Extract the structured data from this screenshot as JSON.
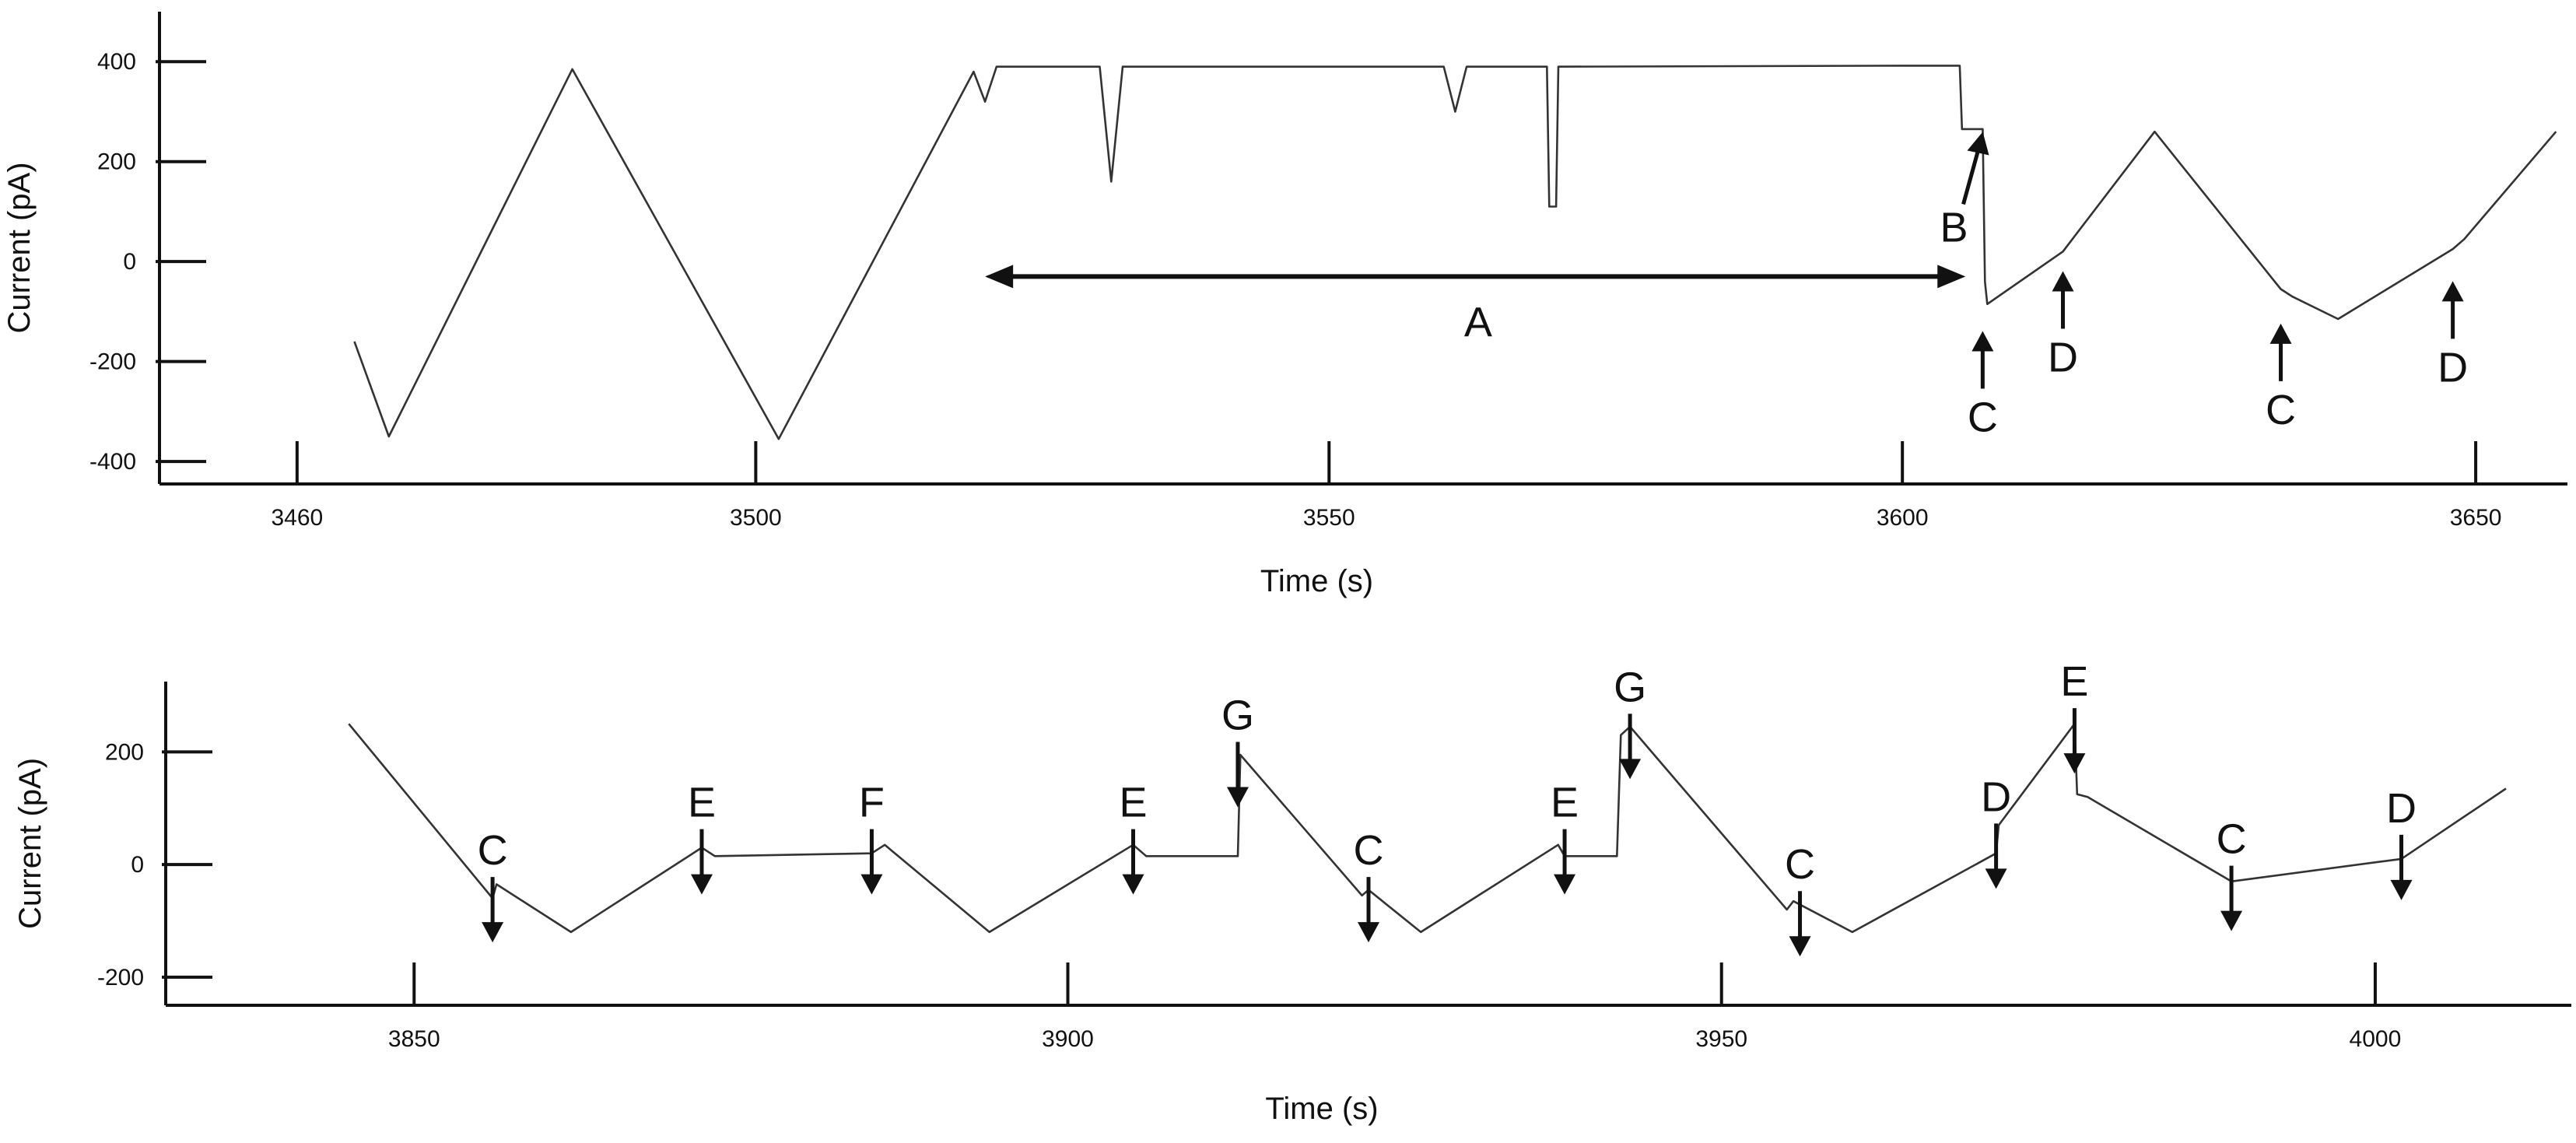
{
  "chart_data": [
    {
      "type": "line",
      "xlabel": "Time (s)",
      "ylabel": "Current (pA)",
      "xlim": [
        3448,
        3658
      ],
      "ylim": [
        -445,
        500
      ],
      "xticks": [
        3460,
        3500,
        3550,
        3600,
        3650
      ],
      "yticks": [
        -400,
        -200,
        0,
        200,
        400
      ],
      "series": [
        {
          "x": [
            3465,
            3468,
            3484,
            3502,
            3519,
            3520,
            3521,
            3530,
            3531,
            3532,
            3560,
            3561,
            3562,
            3569.0,
            3569.2,
            3569.8,
            3570.0,
            3600,
            3605,
            3605.2,
            3607,
            3607.2,
            3607.4,
            3614,
            3622,
            3633,
            3634,
            3638,
            3648,
            3649,
            3657
          ],
          "y": [
            -160,
            -350,
            385,
            -355,
            380,
            320,
            390,
            390,
            160,
            390,
            390,
            300,
            390,
            390,
            110,
            110,
            390,
            392,
            392,
            265,
            265,
            -40,
            -85,
            20,
            260,
            -55,
            -70,
            -115,
            25,
            45,
            260
          ]
        }
      ],
      "annotations": [
        {
          "label": "A",
          "x": 3563,
          "y": -150
        },
        {
          "label": "B",
          "x": 3604.5,
          "y": 40
        },
        {
          "label": "C",
          "x": 3607,
          "y": -340
        },
        {
          "label": "D",
          "x": 3614,
          "y": -220
        },
        {
          "label": "C",
          "x": 3633,
          "y": -325
        },
        {
          "label": "D",
          "x": 3648,
          "y": -240
        }
      ]
    },
    {
      "type": "line",
      "xlabel": "Time (s)",
      "ylabel": "Current (pA)",
      "xlim": [
        3831,
        4015
      ],
      "ylim": [
        -250,
        325
      ],
      "xticks": [
        3850,
        3900,
        3950,
        4000
      ],
      "yticks": [
        -200,
        0,
        200
      ],
      "series": [
        {
          "x": [
            3845,
            3856,
            3856.3,
            3862,
            3872,
            3873,
            3885,
            3886,
            3894,
            3905,
            3906,
            3913,
            3913.2,
            3922.5,
            3923,
            3927,
            3937.5,
            3938,
            3942,
            3942.3,
            3943,
            3955,
            3955.5,
            3960,
            3971,
            3971.2,
            3977,
            3977.2,
            3978,
            3989,
            4002,
            4010
          ],
          "y": [
            250,
            -60,
            -35,
            -120,
            30,
            15,
            20,
            35,
            -120,
            35,
            15,
            15,
            195,
            -55,
            -45,
            -120,
            35,
            15,
            15,
            230,
            245,
            -80,
            -65,
            -120,
            20,
            70,
            250,
            125,
            120,
            -30,
            10,
            135
          ]
        }
      ],
      "annotations": [
        {
          "label": "C",
          "x": 3856,
          "y": 0
        },
        {
          "label": "E",
          "x": 3872,
          "y": 85
        },
        {
          "label": "F",
          "x": 3885,
          "y": 85
        },
        {
          "label": "E",
          "x": 3905,
          "y": 85
        },
        {
          "label": "G",
          "x": 3913,
          "y": 240
        },
        {
          "label": "C",
          "x": 3923,
          "y": 0
        },
        {
          "label": "E",
          "x": 3938,
          "y": 85
        },
        {
          "label": "G",
          "x": 3943,
          "y": 290
        },
        {
          "label": "C",
          "x": 3956,
          "y": -25
        },
        {
          "label": "D",
          "x": 3971,
          "y": 95
        },
        {
          "label": "E",
          "x": 3977,
          "y": 300
        },
        {
          "label": "C",
          "x": 3989,
          "y": 20
        },
        {
          "label": "D",
          "x": 4002,
          "y": 75
        }
      ]
    }
  ]
}
